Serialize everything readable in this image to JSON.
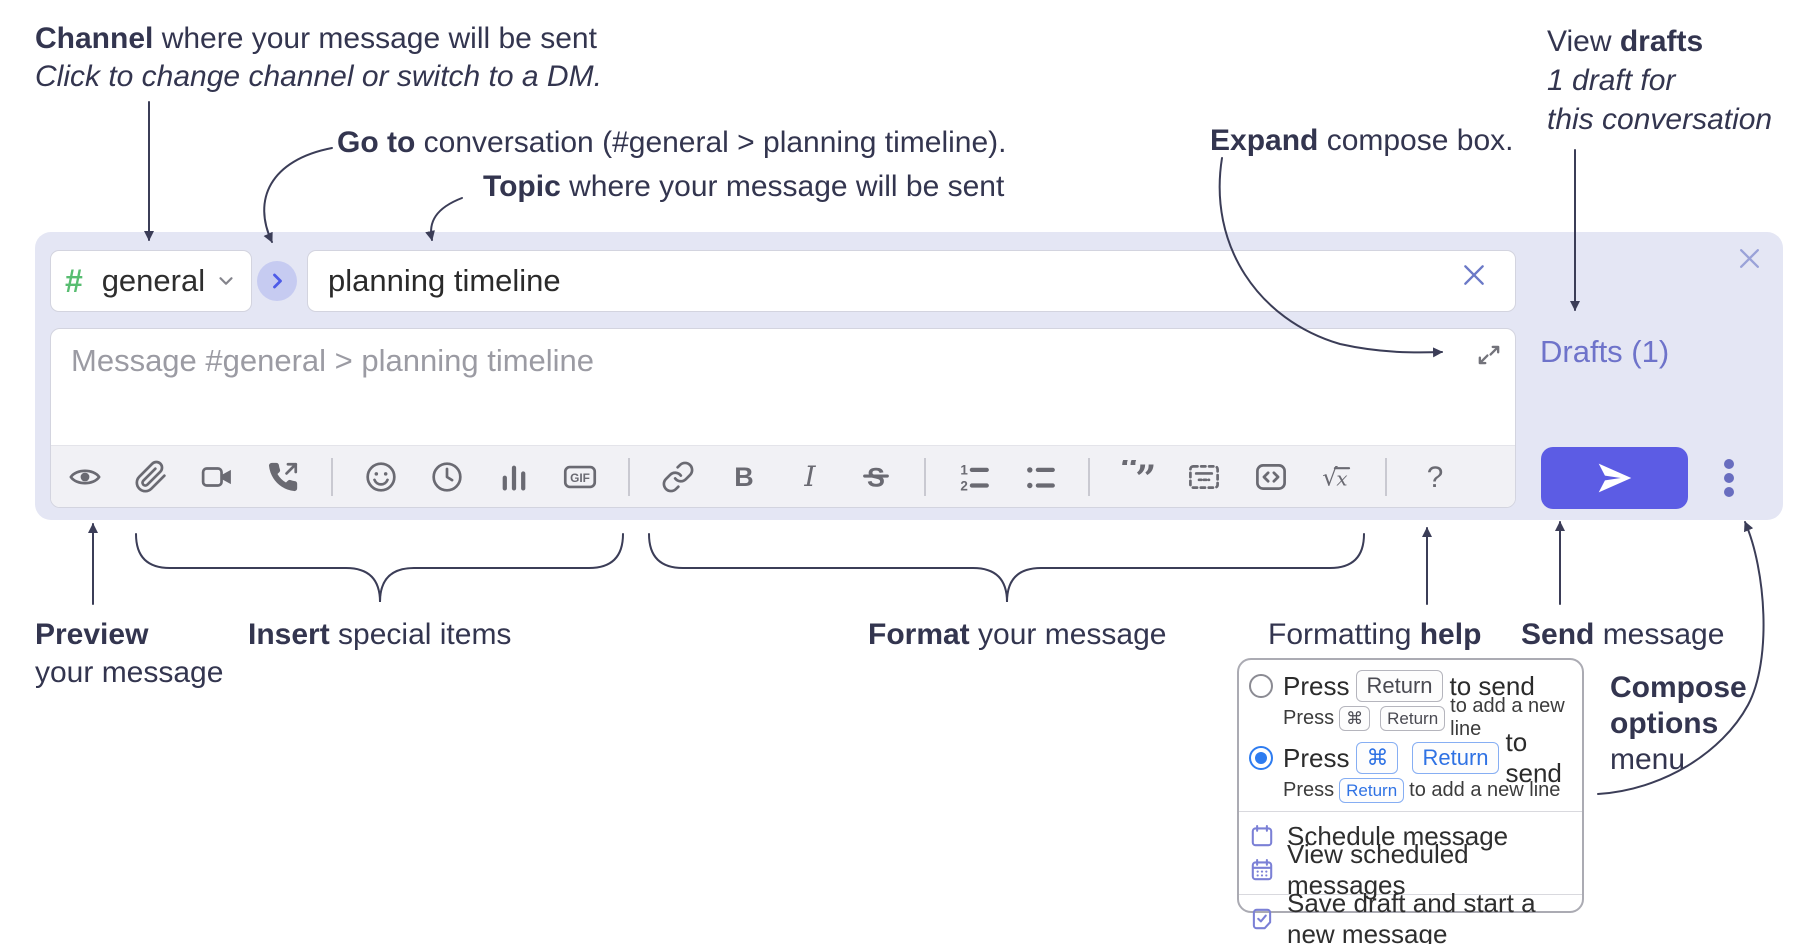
{
  "annotations": {
    "channel": {
      "bold": "Channel",
      "rest": " where your message will be sent",
      "sub": "Click to change channel or switch to a DM."
    },
    "go_to": {
      "bold": "Go to",
      "rest": " conversation (#general > planning timeline)."
    },
    "topic": {
      "bold": "Topic",
      "rest": " where your message will be sent"
    },
    "expand": {
      "bold": "Expand",
      "rest": " compose box."
    },
    "view_drafts": {
      "pre": "View ",
      "bold": "drafts",
      "line2": "1 draft for",
      "line3": "this conversation"
    },
    "preview": {
      "bold": "Preview",
      "line2": "your message"
    },
    "insert": {
      "bold": "Insert",
      "rest": " special items"
    },
    "format": {
      "bold": "Format",
      "rest": " your message"
    },
    "formatting_help": {
      "pre": "Formatting ",
      "bold": "help"
    },
    "send": {
      "bold": "Send",
      "rest": " message"
    },
    "compose_options": {
      "bold1": "Compose",
      "bold2": "options",
      "line3": "menu"
    }
  },
  "compose_box": {
    "channel_selector": {
      "hash_icon": "#",
      "label": "general",
      "chevron_icon": "chevron-down-icon"
    },
    "go_to_button_icon": "chevron-right-icon",
    "topic_input": {
      "value": "planning timeline",
      "clear_icon": "x-icon"
    },
    "close_icon": "x-icon",
    "message_input": {
      "placeholder": "Message #general > planning timeline",
      "expand_icon": "expand-diagonal-icon"
    },
    "drafts_link": {
      "label": "Drafts (1)"
    },
    "send_button_icon": "send-plane-icon",
    "options_menu_icon": "kebab-vertical-icon",
    "toolbar": [
      {
        "name": "preview"
      },
      {
        "name": "attach-file"
      },
      {
        "name": "video-call"
      },
      {
        "name": "voice-call"
      },
      {
        "name": "divider"
      },
      {
        "name": "emoji"
      },
      {
        "name": "time"
      },
      {
        "name": "poll"
      },
      {
        "name": "gif"
      },
      {
        "name": "divider"
      },
      {
        "name": "link"
      },
      {
        "name": "bold"
      },
      {
        "name": "italic"
      },
      {
        "name": "strikethrough"
      },
      {
        "name": "divider"
      },
      {
        "name": "numbered-list"
      },
      {
        "name": "bulleted-list"
      },
      {
        "name": "divider"
      },
      {
        "name": "quote"
      },
      {
        "name": "spoiler"
      },
      {
        "name": "code"
      },
      {
        "name": "math"
      },
      {
        "name": "divider"
      },
      {
        "name": "help"
      }
    ]
  },
  "popup": {
    "options": [
      {
        "selected": false,
        "main": {
          "pre": "Press",
          "key1": "Return",
          "post": "to send"
        },
        "sub": {
          "pre": "Press",
          "key1": "⌘",
          "key2": "Return",
          "post": "to add a new line"
        }
      },
      {
        "selected": true,
        "main": {
          "pre": "Press",
          "key1": "⌘",
          "key2": "Return",
          "post": "to send"
        },
        "sub": {
          "pre": "Press",
          "key1": "Return",
          "post": "to add a new line"
        }
      }
    ],
    "menu_items": [
      {
        "icon": "calendar-icon",
        "label": "Schedule message"
      },
      {
        "icon": "calendar-grid-icon",
        "label": "View scheduled messages"
      },
      {
        "icon": "note-check-icon",
        "label": "Save draft and start a new message"
      }
    ]
  },
  "colors": {
    "accent_send": "#5c5ce4",
    "compose_bg": "#e4e6f4",
    "hash_green": "#58bd71",
    "drafts_link": "#6e73ca",
    "radio_selected_blue": "#2e7cf0",
    "menu_icon_purple": "#7b80d6",
    "annotation_ink": "#33354f"
  }
}
